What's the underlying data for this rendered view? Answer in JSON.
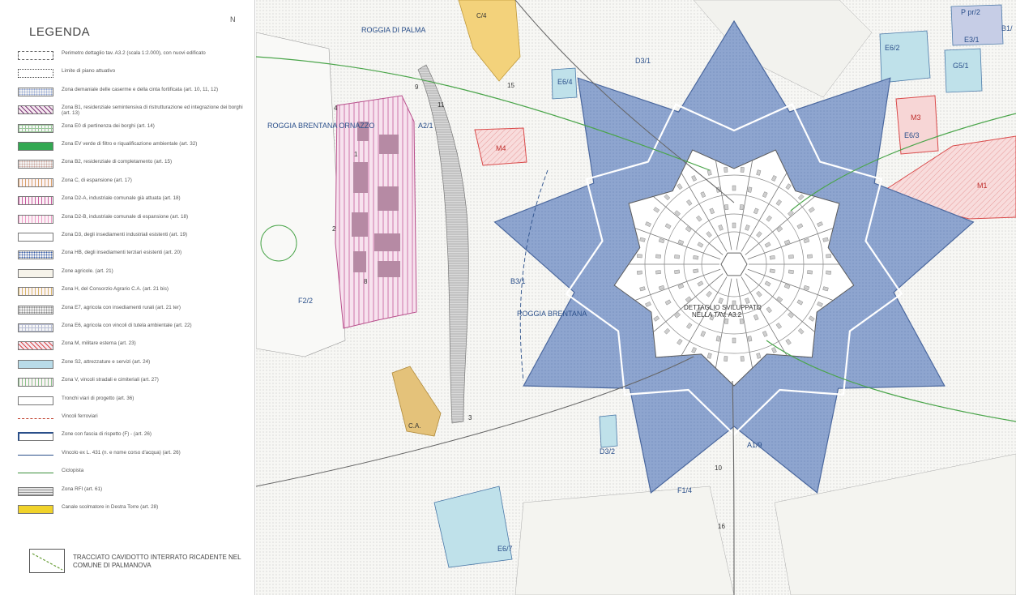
{
  "legend": {
    "title": "LEGENDA",
    "north": "N",
    "items": [
      {
        "key": "perimetro",
        "text": "Perimetro dettaglio tav. A3.2 (scala 1:2.000), con nuovi edificato",
        "style": "dashed-box",
        "color": "#ffffff"
      },
      {
        "key": "piano-attuativo",
        "text": "Limite di piano attuativo",
        "style": "dotted-box",
        "color": "#ffffff"
      },
      {
        "key": "demaniale",
        "text": "Zona demaniale delle caserme e della cinta fortificata (art. 10, 11, 12)",
        "style": "dots",
        "color": "#8fa3cf"
      },
      {
        "key": "b1",
        "text": "Zona B1, residenziale semintensiva di ristrutturazione ed integrazione dei borghi (art. 13)",
        "style": "hatch",
        "color": "#7d3a7a"
      },
      {
        "key": "e0",
        "text": "Zona E0 di pertinenza dei borghi (art. 14)",
        "style": "grid",
        "color": "#9ac79a"
      },
      {
        "key": "ev",
        "text": "Zona EV verde di filtro e riqualificazione ambientale (art. 32)",
        "style": "solid",
        "color": "#32a852"
      },
      {
        "key": "b2",
        "text": "Zona B2, residenziale di completamento (art. 15)",
        "style": "dots",
        "color": "#c9a39a"
      },
      {
        "key": "c",
        "text": "Zona C, di espansione (art. 17)",
        "style": "vlines",
        "color": "#d9a26a"
      },
      {
        "key": "d2a",
        "text": "Zona D2-A, industriale comunale già attuata (art. 18)",
        "style": "vlines",
        "color": "#c85aa0"
      },
      {
        "key": "d2b",
        "text": "Zona D2-B, industriale comunale di espansione (art. 18)",
        "style": "vlines",
        "color": "#ef9bc8"
      },
      {
        "key": "d3",
        "text": "Zona D3, degli insediamenti industriali esistenti (art. 19)",
        "style": "plain",
        "color": "#ffffff"
      },
      {
        "key": "hb",
        "text": "Zona HB, degli insediamenti terziari esistenti (art. 20)",
        "style": "dots",
        "color": "#3b5fa8"
      },
      {
        "key": "agricola",
        "text": "Zone agricole. (art. 21)",
        "style": "plain",
        "color": "#f6f3ea"
      },
      {
        "key": "h",
        "text": "Zona H, del Consorzio Agrario C.A. (art. 21 bis)",
        "style": "vlines",
        "color": "#d8b86a"
      },
      {
        "key": "e7",
        "text": "Zona E7, agricola con insediamenti rurali (art. 21 ter)",
        "style": "dots",
        "color": "#888888"
      },
      {
        "key": "e6",
        "text": "Zona E6, agricola con vincoli di tutela ambientale (art. 22)",
        "style": "grid",
        "color": "#b9bfd6"
      },
      {
        "key": "m",
        "text": "Zona M, militare esterna (art. 23)",
        "style": "hatch",
        "color": "#d94a4a"
      },
      {
        "key": "s2",
        "text": "Zone S2, attrezzature e servizi (art. 24)",
        "style": "solid",
        "color": "#b9dbe8"
      },
      {
        "key": "v",
        "text": "Zona V, vincoli stradali e cimiteriali (art. 27)",
        "style": "vlines",
        "color": "#8cc28c"
      },
      {
        "key": "tronchi",
        "text": "Tronchi viari di progetto (art. 36)",
        "style": "plain",
        "color": "#ffffff"
      },
      {
        "key": "ferroviari",
        "text": "Vincoli ferroviari",
        "style": "dash-line",
        "color": "#c0402e"
      },
      {
        "key": "fascia",
        "text": "Zone con fascia di rispetto (F) - (art. 26)",
        "style": "corner",
        "color": "#2a4f8a"
      },
      {
        "key": "vincolo-431",
        "text": "Vincolo ex L. 431 (n. e nome corso d'acqua) (art. 26)",
        "style": "blue-line",
        "color": "#2a4f8a"
      },
      {
        "key": "ciclopista",
        "text": "Ciclopista",
        "style": "green-line",
        "color": "#3a8f3a"
      },
      {
        "key": "rfi",
        "text": "Zona RFI (art. 61)",
        "style": "hlines",
        "color": "#8e8e8e"
      },
      {
        "key": "canale",
        "text": "Canale scolmatore in Destra Torre (art. 28)",
        "style": "solid",
        "color": "#f0d22a"
      }
    ],
    "cable": "TRACCIATO CAVIDOTTO INTERRATO RICADENTE NEL COMUNE DI PALMANOVA"
  },
  "map": {
    "colors": {
      "fortress": "#8ea5cf",
      "fortress_stroke": "#4b689e",
      "city": "#ffffff",
      "industrial": "#f2d0e2",
      "industrial_stroke": "#b8508c",
      "rfi": "#c7c7c7",
      "canal": "#f3d27b",
      "m_zone": "#f6d3d3",
      "s_zone": "#bfe1ea",
      "road_green": "#4aa54a"
    },
    "zones": {
      "c4": "C/4",
      "roggia_palma": "ROGGIA DI PALMA",
      "d3_1": "D3/1",
      "e6_4": "E6/4",
      "n15": "15",
      "n9": "9",
      "n11": "11",
      "n4": "4",
      "a2_1": "A2/1",
      "m4": "M4",
      "n1": "1",
      "n2": "2",
      "n8": "8",
      "roggia_ornazzo": "ROGGIA BRENTANA ORNAZZO",
      "roggia_center": "ROGGIA BRENTANA",
      "b3_1": "B3/1",
      "f2_2": "F2/2",
      "ca": "C.A.",
      "n3": "3",
      "d3_2": "D3/2",
      "e6_7": "E6/7",
      "f1_4": "F1/4",
      "n10": "10",
      "n16": "16",
      "a1_9": "A1/9",
      "p_pr_2": "P pr/2",
      "b1_right": "B1/",
      "e6_2": "E6/2",
      "e3_1": "E3/1",
      "g5_1": "G5/1",
      "m3": "M3",
      "e6_3": "E6/3",
      "m1": "M1",
      "detail_a": "DETTAGLIO SVILUPPATO",
      "detail_b": "NELLA TAV. A3.2"
    }
  }
}
